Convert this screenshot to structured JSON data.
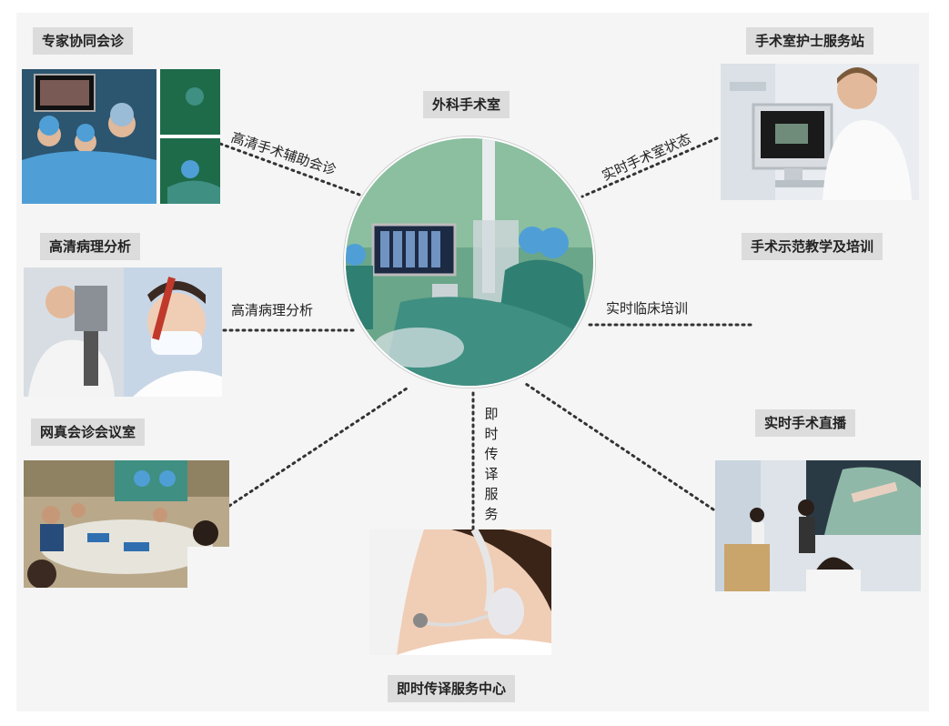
{
  "center": {
    "title": "外科手术室"
  },
  "nodes": {
    "expert": {
      "label": "专家协同会诊"
    },
    "pathology": {
      "label": "高清病理分析"
    },
    "meeting": {
      "label": "网真会诊会议室"
    },
    "nurse": {
      "label": "手术室护士服务站"
    },
    "teaching": {
      "label": "手术示范教学及培训"
    },
    "live": {
      "label": "实时手术直播"
    },
    "translate": {
      "label": "即时传译服务中心"
    }
  },
  "edges": {
    "hd_surgery_assist": "高清手术辅助会诊",
    "hd_pathology": "高清病理分析",
    "realtime_status": "实时手术室状态",
    "realtime_training": "实时临床培训",
    "instant_translate": "即时传译服务"
  },
  "colors": {
    "label_bg": "#dcdcdc",
    "surgical_green": "#3f8f82",
    "cap_blue": "#4f9fd6",
    "background": "#f5f5f5"
  }
}
